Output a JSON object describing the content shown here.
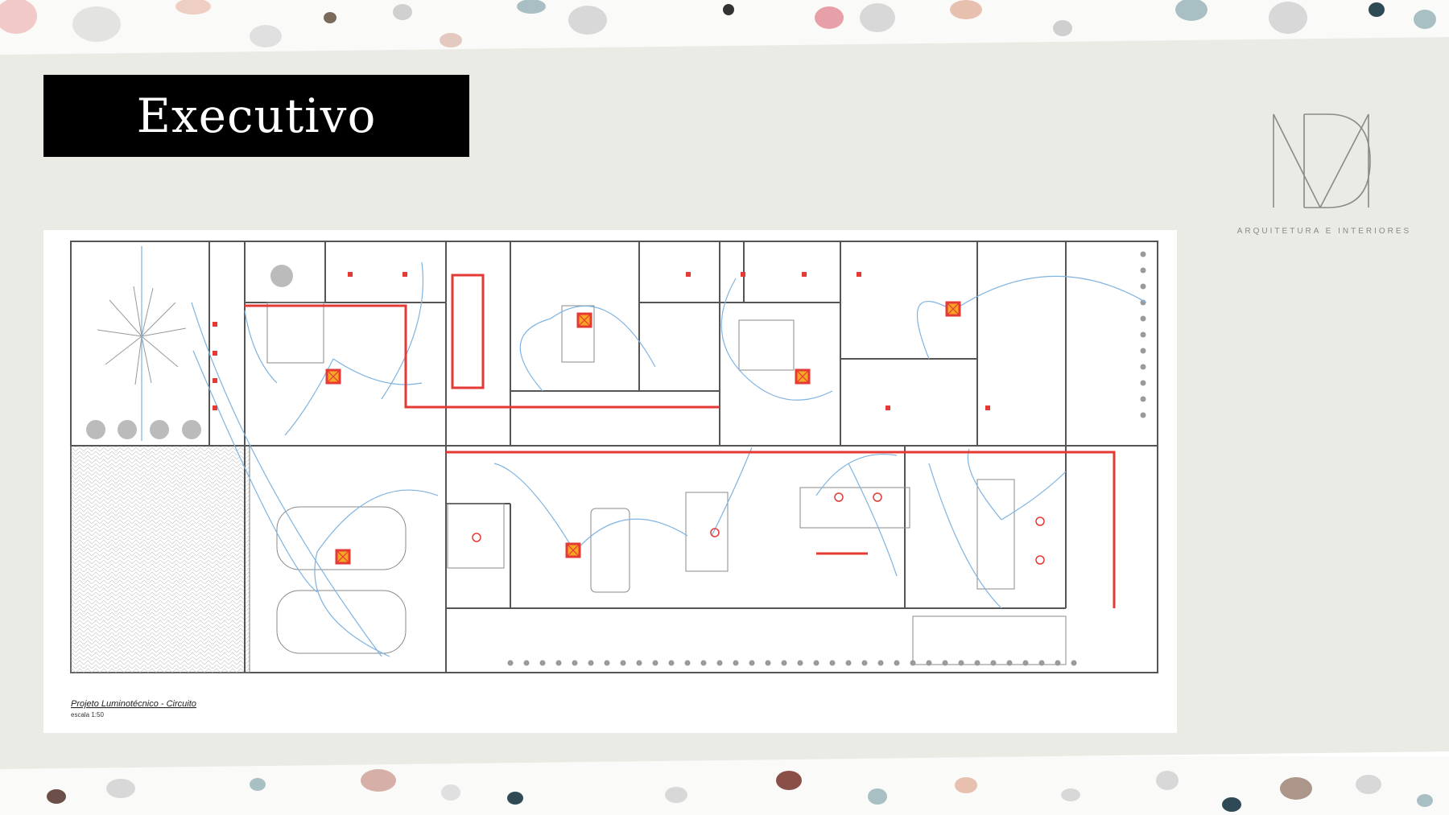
{
  "slide": {
    "title": "Executivo"
  },
  "brand": {
    "logo_icon": "md-monogram-icon",
    "tagline": "ARQUITETURA E INTERIORES"
  },
  "plan": {
    "caption": "Projeto Luminotécnico - Circuito",
    "scale": "escala 1:50"
  },
  "colors": {
    "panel": "#ebebe6",
    "title_bg": "#000000",
    "circuit_red": "#e53935",
    "circuit_blue": "#7fb3e0",
    "wall": "#555555"
  }
}
